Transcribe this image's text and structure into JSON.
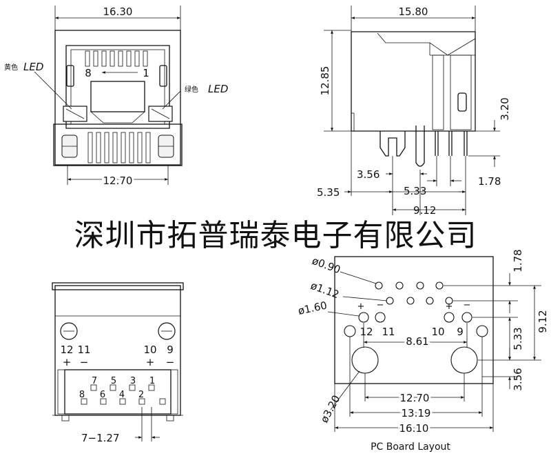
{
  "watermark": "深圳市拓普瑞泰电子有限公司",
  "front_view": {
    "width_top": "16.30",
    "width_bottom": "12.70",
    "pin_label_left": "8",
    "pin_label_right": "1",
    "led_left_cn": "黄色",
    "led_left": "LED",
    "led_right_cn": "绿色",
    "led_right": "LED"
  },
  "side_view": {
    "depth": "15.80",
    "height": "12.85",
    "pin_len": "3.20",
    "dim_a": "3.56",
    "dim_b": "5.35",
    "dim_c": "5.33",
    "dim_d": "1.78",
    "dim_e": "9.12"
  },
  "bottom_view": {
    "pin_12": "12",
    "pin_11": "11",
    "pin_10": "10",
    "pin_9": "9",
    "plus": "+",
    "minus": "−",
    "pins": [
      "7",
      "5",
      "3",
      "1",
      "8",
      "6",
      "4",
      "2"
    ],
    "pitch": "7−1.27"
  },
  "pcb_layout": {
    "hole_small": "ø0.90",
    "hole_mid": "ø1.12",
    "hole_led": "ø1.60",
    "hole_post": "ø3.20",
    "pin_12": "12",
    "pin_11": "11",
    "pin_10": "10",
    "pin_9": "9",
    "plus": "+",
    "minus": "−",
    "dim_row": "1.78",
    "dim_led": "8.61",
    "dim_533": "5.33",
    "dim_912": "9.12",
    "dim_356": "3.56",
    "dim_1270": "12.70",
    "dim_1319": "13.19",
    "dim_1610": "16.10",
    "caption": "PC Board Layout"
  }
}
